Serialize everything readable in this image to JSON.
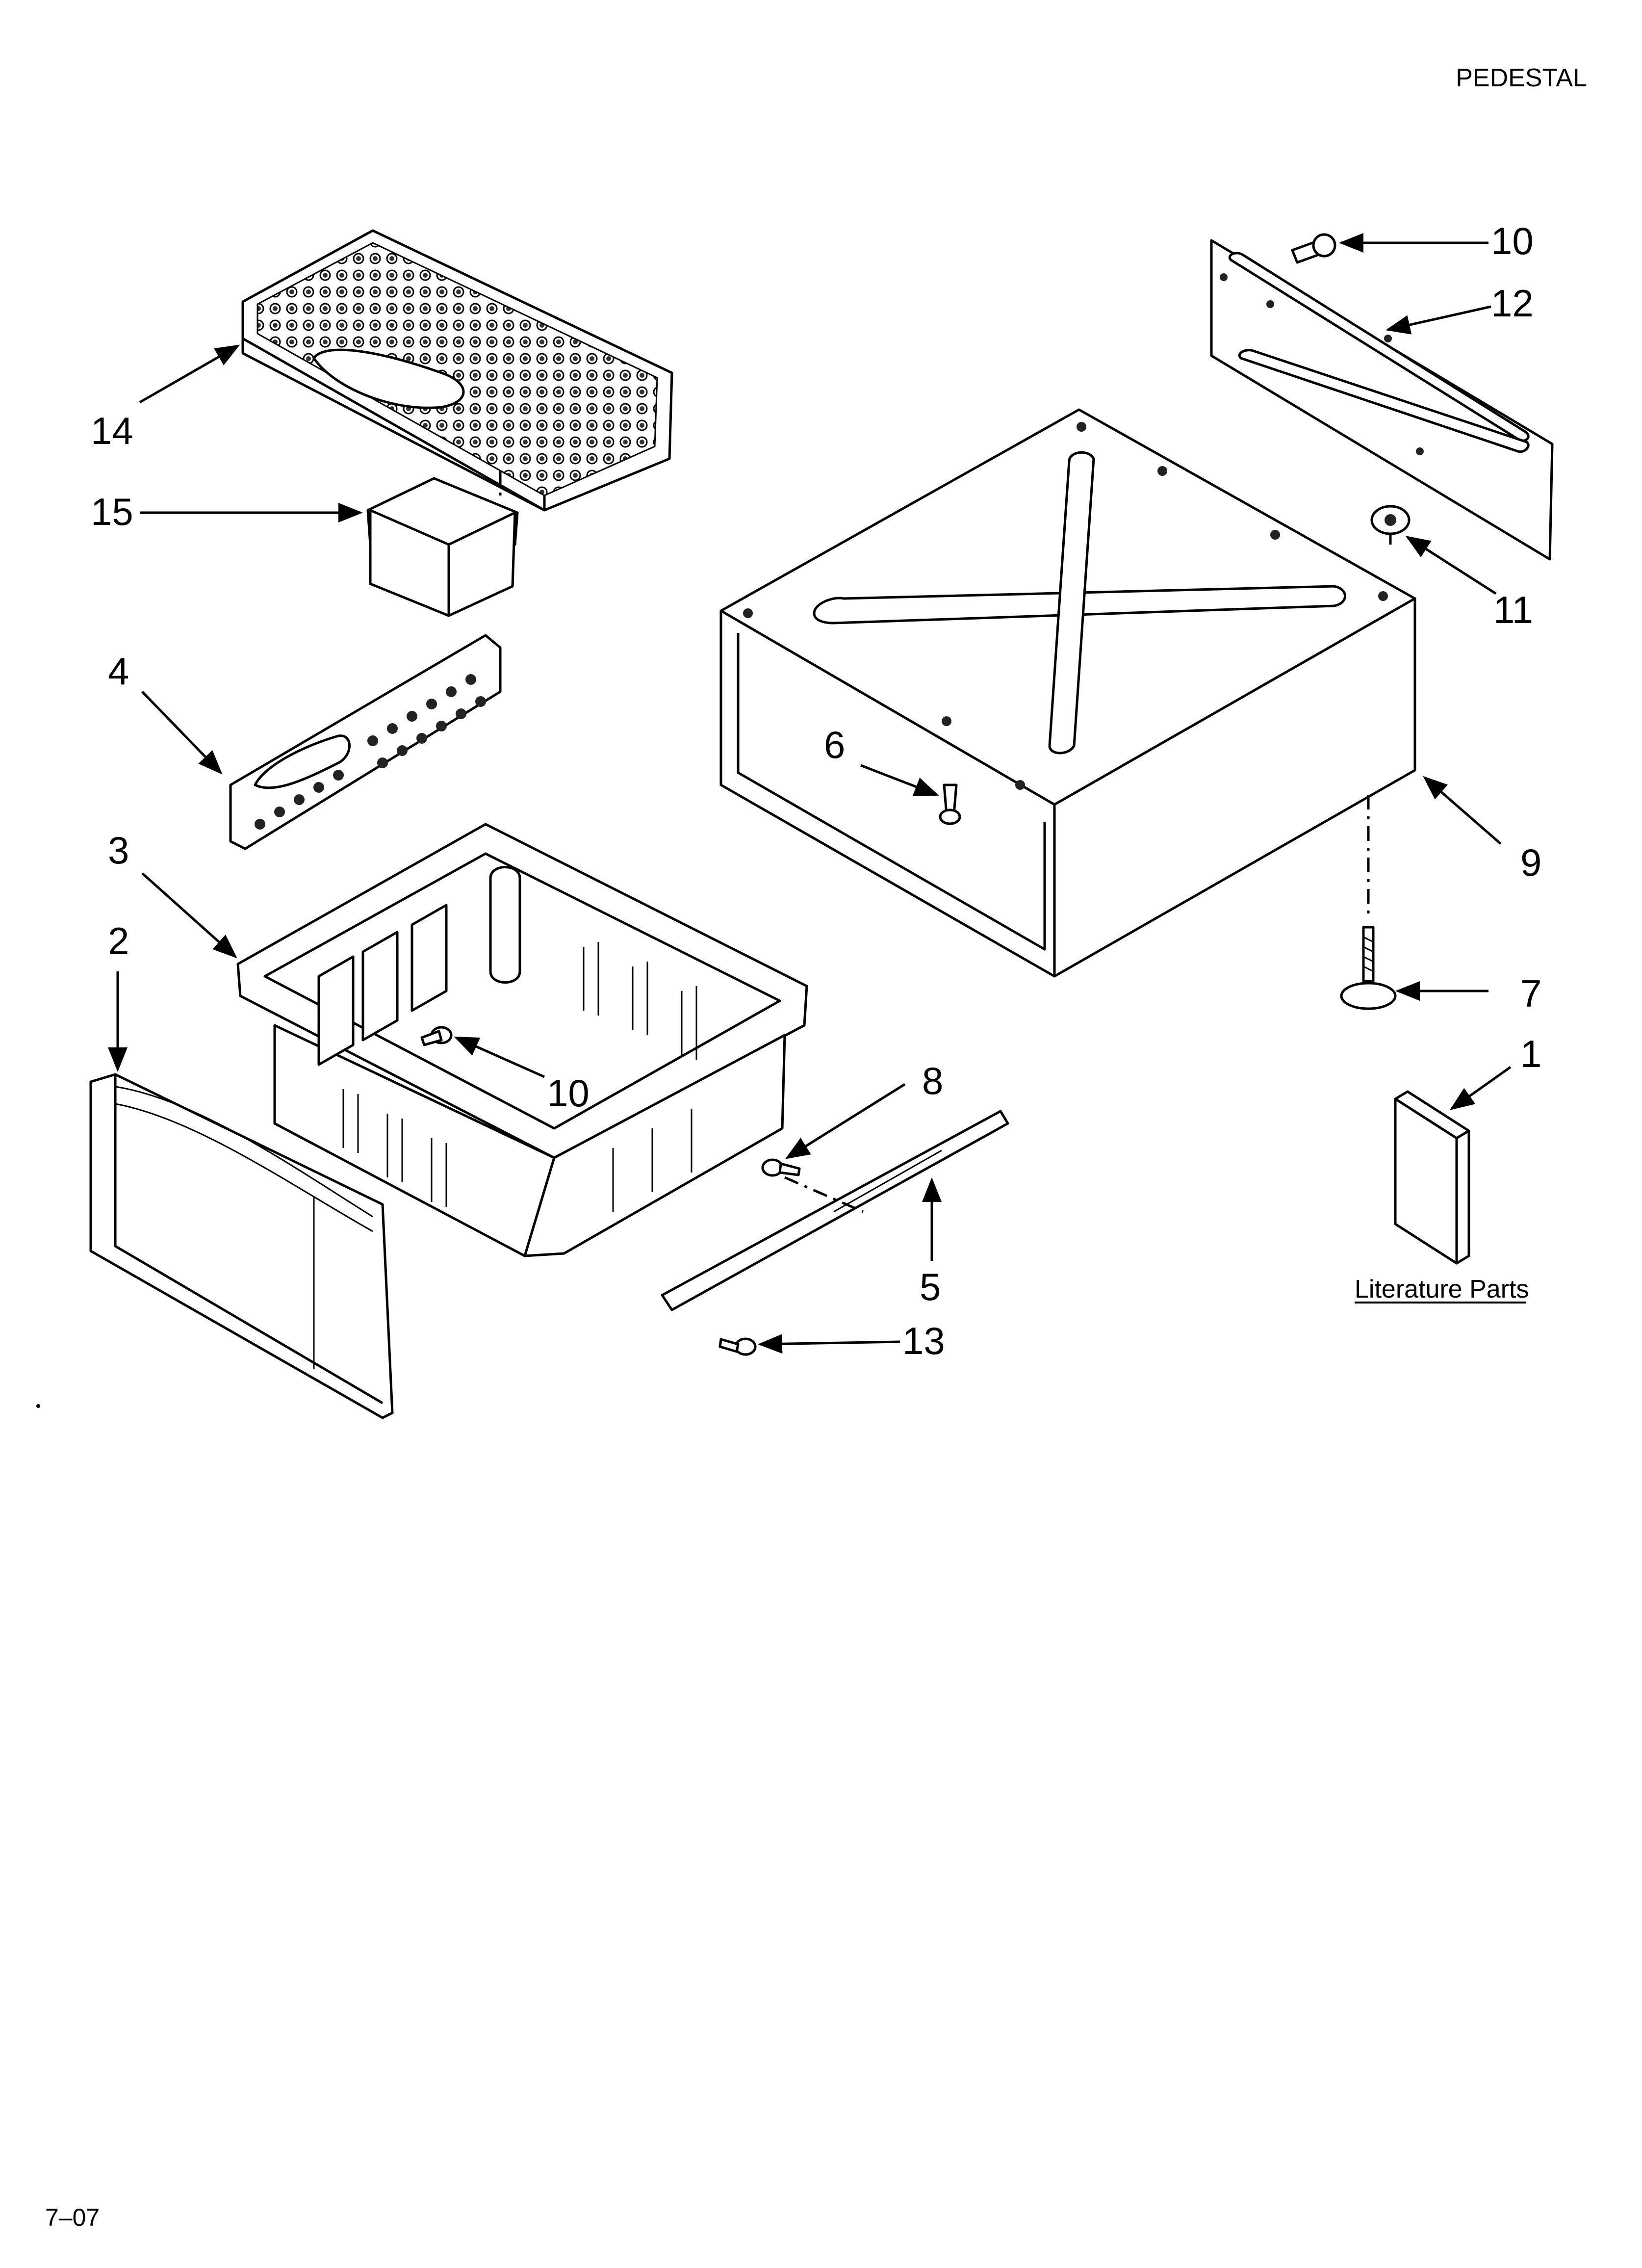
{
  "header": {
    "section_title": "PEDESTAL"
  },
  "callouts": [
    {
      "id": "callout-1",
      "label": "1"
    },
    {
      "id": "callout-2",
      "label": "2"
    },
    {
      "id": "callout-3",
      "label": "3"
    },
    {
      "id": "callout-4",
      "label": "4"
    },
    {
      "id": "callout-5",
      "label": "5"
    },
    {
      "id": "callout-6",
      "label": "6"
    },
    {
      "id": "callout-7",
      "label": "7"
    },
    {
      "id": "callout-8",
      "label": "8"
    },
    {
      "id": "callout-9",
      "label": "9"
    },
    {
      "id": "callout-10a",
      "label": "10"
    },
    {
      "id": "callout-10b",
      "label": "10"
    },
    {
      "id": "callout-11",
      "label": "11"
    },
    {
      "id": "callout-12",
      "label": "12"
    },
    {
      "id": "callout-13",
      "label": "13"
    },
    {
      "id": "callout-14",
      "label": "14"
    },
    {
      "id": "callout-15",
      "label": "15"
    }
  ],
  "literature_label": "Literature Parts",
  "footer": {
    "date_code": "7–07"
  }
}
